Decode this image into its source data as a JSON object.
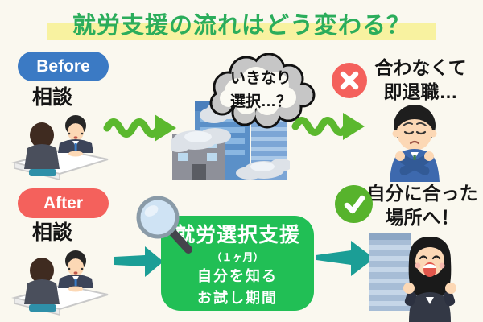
{
  "title": "就労支援の流れはどう変わる？",
  "before": {
    "badge": "Before",
    "step1": "相談",
    "bubble": {
      "line1": "いきなり",
      "line2": "選択…？"
    },
    "result": {
      "line1": "合わなくて",
      "line2": "即退職…"
    }
  },
  "after": {
    "badge": "After",
    "step1": "相談",
    "box": {
      "title": "就労選択支援",
      "duration": "（１ヶ月）",
      "desc1": "自分を知る",
      "desc2": "お試し期間"
    },
    "result": {
      "line1": "自分に合った",
      "line2": "場所へ！"
    }
  },
  "icons": [
    "wavy-arrow-icon",
    "thought-bubble",
    "cross-icon",
    "check-icon",
    "magnifier-icon",
    "arrow-icon",
    "consultation-illustration",
    "foggy-buildings-illustration",
    "sad-person-illustration",
    "happy-person-illustration"
  ],
  "colors": {
    "background": "#faf8ef",
    "title_green": "#2bad5b",
    "highlight_yellow": "#f8f2a0",
    "before_blue": "#3b7ac4",
    "after_red": "#f4615c",
    "wavy_arrow_green": "#5bb82e",
    "teal_arrow": "#1b9e96",
    "box_green": "#21bf55",
    "cross_red": "#f4615c",
    "check_green": "#57b32c"
  }
}
